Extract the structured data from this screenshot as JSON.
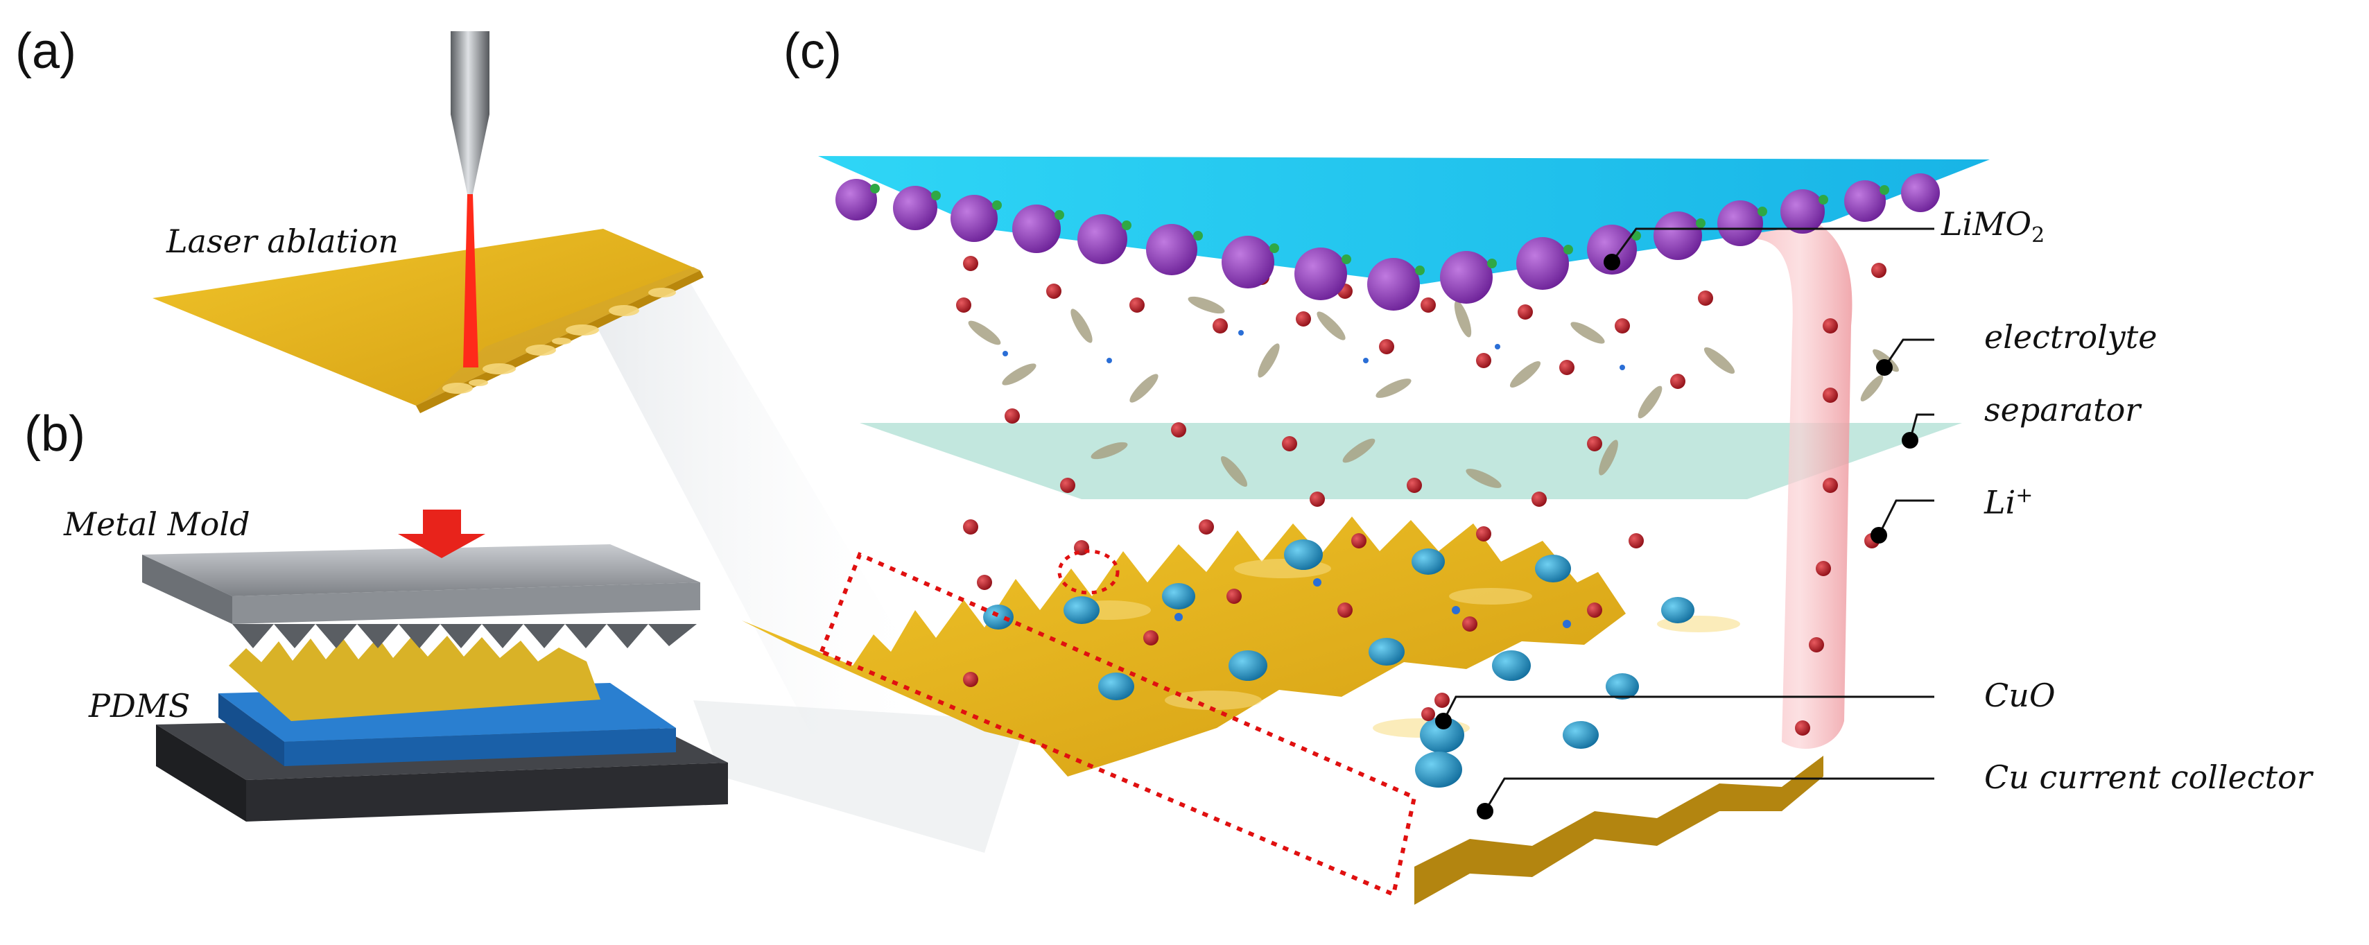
{
  "panels": {
    "a": "(a)",
    "b": "(b)",
    "c": "(c)"
  },
  "labels": {
    "laser_ablation": "Laser ablation",
    "metal_mold": "Metal Mold",
    "pdms": "PDMS",
    "limo2_base": "LiMO",
    "limo2_sub": "2",
    "electrolyte": "electrolyte",
    "separator": "separator",
    "li_base": "Li",
    "li_sup": "+",
    "cuo": "CuO",
    "cu_collector": "Cu current collector"
  },
  "colors": {
    "gold_foil": "#e2b21b",
    "laser_beam": "#ff2a1a",
    "cathode_blue": "#1fc6ee",
    "separator_green": "#8fd3c2",
    "li_ion_red": "#a3141c",
    "limo2_purple": "#8a35b5",
    "cuo_blue": "#1e8fc4",
    "pink_tube": "#f4a3a8",
    "mold_gray": "#9a9ea3",
    "pdms_blue": "#1f67b8",
    "base_dark": "#2e2f33",
    "press_arrow": "#e8231b",
    "selection_box": "#e01010"
  }
}
